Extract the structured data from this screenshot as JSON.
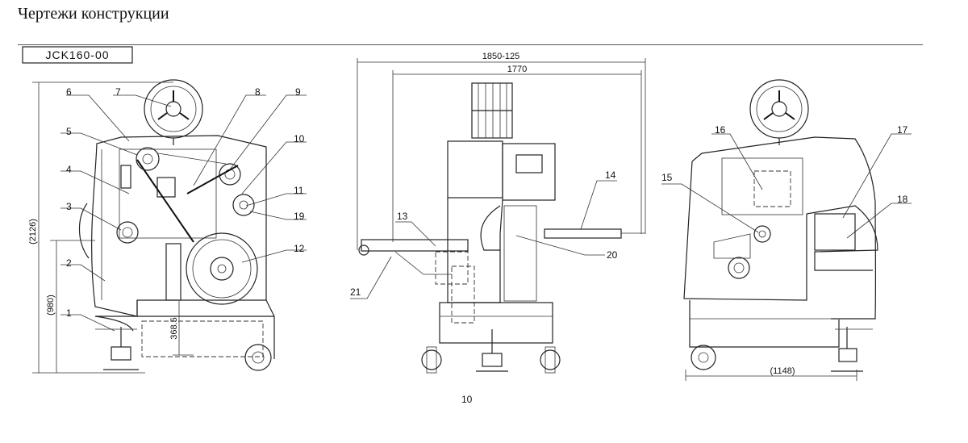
{
  "page": {
    "heading": "Чертежи конструкции",
    "page_number": "10"
  },
  "drawing": {
    "code": "JCK160-00",
    "callouts": [
      "1",
      "2",
      "3",
      "4",
      "5",
      "6",
      "7",
      "8",
      "9",
      "10",
      "11",
      "12",
      "13",
      "14",
      "15",
      "16",
      "17",
      "18",
      "19",
      "20",
      "21"
    ],
    "dimensions": {
      "total_height": "(2126)",
      "mid_height": "(980)",
      "base_height": "368.5",
      "overall_width": "1850-125",
      "body_width": "1770",
      "depth": "(1148)"
    }
  }
}
